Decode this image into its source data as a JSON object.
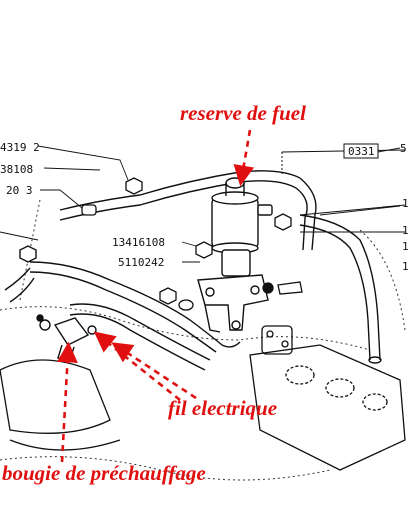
{
  "annotations": {
    "reserve": "reserve de fuel",
    "fil": "fil electrique",
    "bougie": "bougie de préchauffage",
    "color": "#e01010"
  },
  "part_numbers": {
    "left_top": "4319 2",
    "left_mid": "38108",
    "left_bot": "20 3",
    "center_a": "13416108",
    "center_b": "5110242",
    "box_label": "0331",
    "right_s": "5"
  },
  "right_edge_marks": [
    "1",
    "1",
    "1",
    "1"
  ]
}
